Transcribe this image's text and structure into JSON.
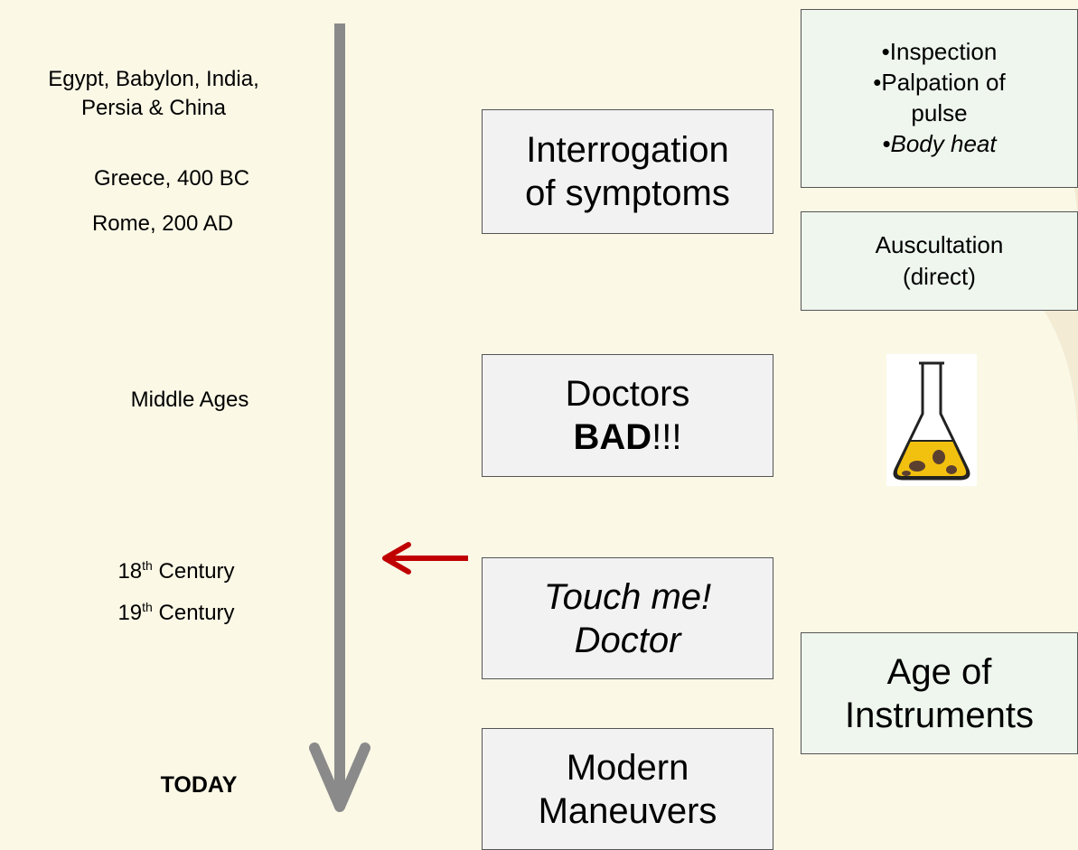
{
  "timeline": {
    "eras": [
      {
        "text": "Egypt, Babylon, India,",
        "text2": "Persia & China"
      },
      {
        "text": "Greece, 400 BC"
      },
      {
        "text": "Rome, 200 AD"
      },
      {
        "text": "Middle Ages"
      },
      {
        "base": "18",
        "sup": "th",
        "rest": " Century"
      },
      {
        "base": "19",
        "sup": "th",
        "rest": " Century"
      },
      {
        "text": "TODAY"
      }
    ]
  },
  "center_boxes": {
    "interrogation": {
      "line1": "Interrogation",
      "line2": "of symptoms"
    },
    "doctors_bad": {
      "line1": "Doctors",
      "bold": "BAD",
      "rest": "!!!"
    },
    "touch_me": {
      "line1": "Touch me!",
      "line2": "Doctor"
    },
    "modern": {
      "line1": "Modern",
      "line2": "Maneuvers"
    }
  },
  "right_boxes": {
    "examination": {
      "items": [
        "•Inspection",
        "•Palpation of",
        "pulse"
      ],
      "italic_item": "•Body heat"
    },
    "auscultation": {
      "line1": "Auscultation",
      "line2": "(direct)"
    },
    "instruments": {
      "line1": "Age of",
      "line2": "Instruments"
    }
  },
  "colors": {
    "background": "#fbf8e6",
    "timeline_arrow": "#8a8a8a",
    "pointer_arrow": "#c00000",
    "center_box_fill": "#f2f2f2",
    "right_box_fill": "#eef6ee",
    "flask_liquid": "#f2c10f"
  },
  "icons": {
    "flask": "flask-icon"
  }
}
